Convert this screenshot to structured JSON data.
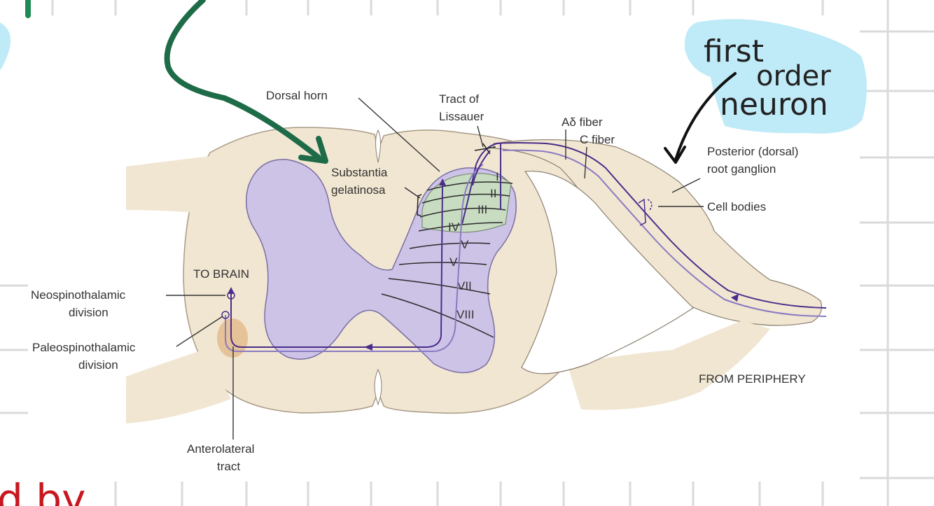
{
  "labels": {
    "dorsal_horn": "Dorsal horn",
    "tract_of_lissauer_1": "Tract of",
    "tract_of_lissauer_2": "Lissauer",
    "a_delta_fiber": "Aδ fiber",
    "c_fiber": "C fiber",
    "substantia_gelatinosa_1": "Substantia",
    "substantia_gelatinosa_2": "gelatinosa",
    "posterior_root_ganglion_1": "Posterior (dorsal)",
    "posterior_root_ganglion_2": "root ganglion",
    "cell_bodies": "Cell bodies",
    "to_brain": "TO BRAIN",
    "neospinothalamic_1": "Neospinothalamic",
    "neospinothalamic_2": "division",
    "paleospinothalamic_1": "Paleospinothalamic",
    "paleospinothalamic_2": "division",
    "anterolateral_tract_1": "Anterolateral",
    "anterolateral_tract_2": "tract",
    "from_periphery": "FROM PERIPHERY"
  },
  "laminae": [
    "I",
    "II",
    "III",
    "IV",
    "V",
    "VI",
    "VII",
    "VIII"
  ],
  "annotation": {
    "line1": "first",
    "line2": "order",
    "line3": "neuron",
    "bottom_fragment": "d by"
  },
  "colors": {
    "cord": "#f1e6d2",
    "gray_matter": "#cdc3e6",
    "gelatinosa": "#c8dcc2",
    "fiber": "#4b2d8a",
    "green_arrow": "#1e6b48",
    "highlight": "#bfeaf7",
    "red_ink": "#c8171e"
  }
}
